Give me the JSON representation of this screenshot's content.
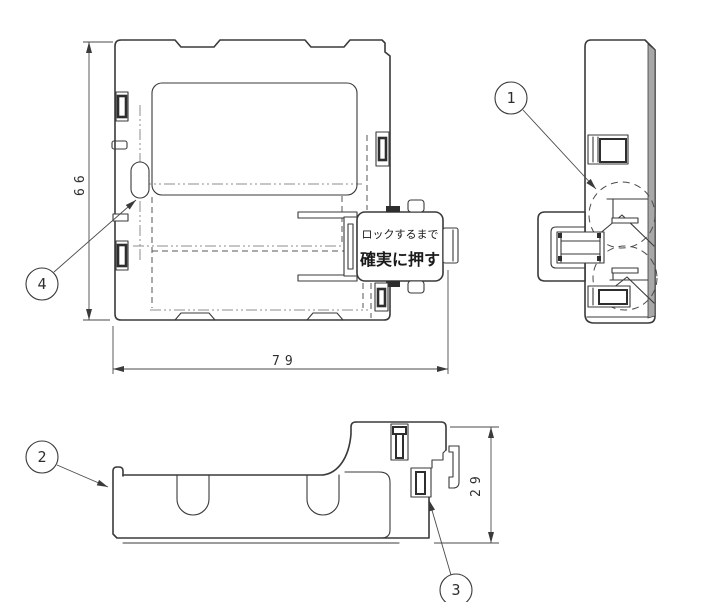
{
  "labels": {
    "lock_instruction_line1": "ロックするまで",
    "lock_instruction_line2": "確実に押す"
  },
  "dimensions": {
    "height_mm": "66",
    "width_mm": "79",
    "depth_mm": "29"
  },
  "callouts": {
    "item1": "1",
    "item2": "2",
    "item3": "3",
    "item4": "4"
  },
  "colors": {
    "background": "#ffffff",
    "line": "#3a3a3a",
    "dimension_line": "#4a4a4a",
    "chain_line": "#8c8c8c",
    "shade": "#a8a8a8"
  }
}
